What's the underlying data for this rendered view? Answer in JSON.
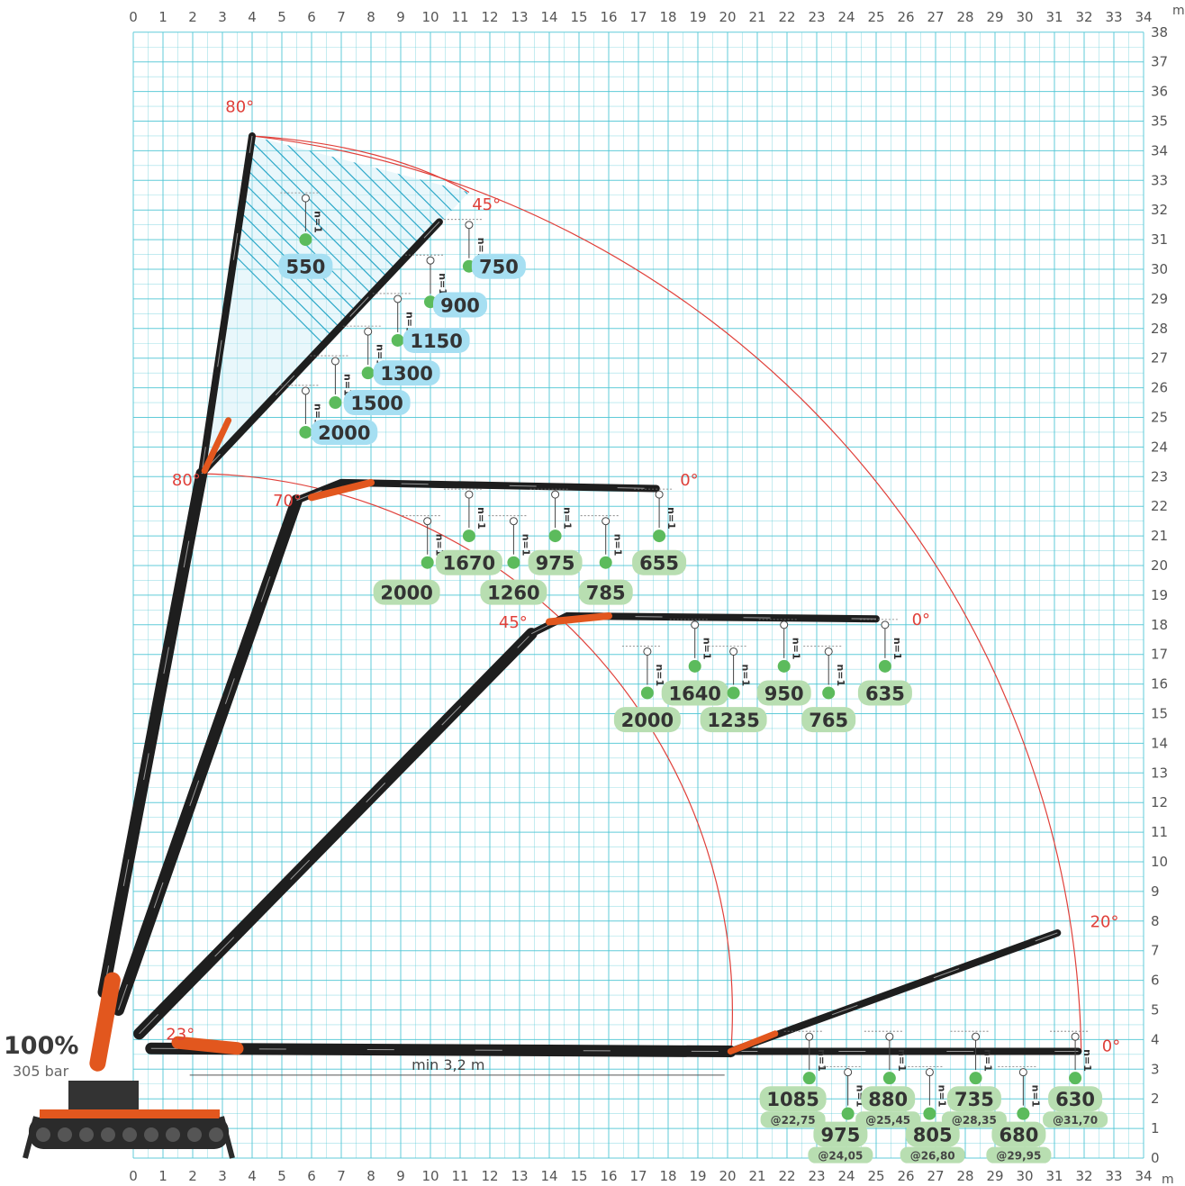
{
  "chart_data": {
    "type": "scatter",
    "title": "",
    "xlabel": "m",
    "ylabel": "m",
    "xlim": [
      0,
      34
    ],
    "ylim": [
      0,
      38
    ],
    "x_ticks": [
      "0",
      "1",
      "2",
      "3",
      "4",
      "5",
      "6",
      "7",
      "8",
      "9",
      "10",
      "11",
      "12",
      "13",
      "14",
      "15",
      "16",
      "17",
      "18",
      "19",
      "20",
      "21",
      "22",
      "23",
      "24",
      "25",
      "26",
      "27",
      "28",
      "29",
      "30",
      "31",
      "32",
      "33",
      "34"
    ],
    "y_ticks": [
      "0",
      "1",
      "2",
      "3",
      "4",
      "5",
      "6",
      "7",
      "8",
      "9",
      "10",
      "11",
      "12",
      "13",
      "14",
      "15",
      "16",
      "17",
      "18",
      "19",
      "20",
      "21",
      "22",
      "23",
      "24",
      "25",
      "26",
      "27",
      "28",
      "29",
      "30",
      "31",
      "32",
      "33",
      "34",
      "35",
      "36",
      "37",
      "38"
    ],
    "grid": true,
    "colors": {
      "grid": "#4fc6d4",
      "arc": "#e0403a",
      "load_green": "#b8deb1",
      "load_blue": "#a6dff2",
      "dot": "#5cbb5c",
      "boom": "#1e1e1e",
      "orange": "#e2571e"
    },
    "pressure_label": "100%",
    "pressure_sub": "305 bar",
    "min_reach_label": "min 3,2 m",
    "n_label": "n=1",
    "angles": [
      {
        "text": "80°",
        "x": 3.1,
        "y": 35.3
      },
      {
        "text": "45°",
        "x": 11.4,
        "y": 32.0
      },
      {
        "text": "80°",
        "x": 1.3,
        "y": 22.7
      },
      {
        "text": "70°",
        "x": 4.7,
        "y": 22.0
      },
      {
        "text": "0°",
        "x": 18.4,
        "y": 22.7
      },
      {
        "text": "45°",
        "x": 12.3,
        "y": 17.9
      },
      {
        "text": "0°",
        "x": 26.2,
        "y": 18.0
      },
      {
        "text": "23°",
        "x": 1.1,
        "y": 4.0
      },
      {
        "text": "20°",
        "x": 32.2,
        "y": 7.8
      },
      {
        "text": "0°",
        "x": 32.6,
        "y": 3.6
      }
    ],
    "series": [
      {
        "name": "",
        "style": "blue",
        "points": [
          {
            "x": 5.8,
            "y": 31.0,
            "label": "550",
            "lx": 5.8,
            "ly": 30.1
          },
          {
            "x": 11.3,
            "y": 30.1,
            "label": "750",
            "lx": 12.3,
            "ly": 30.1
          },
          {
            "x": 10.0,
            "y": 28.9,
            "label": "900",
            "lx": 11.0,
            "ly": 28.8
          },
          {
            "x": 8.9,
            "y": 27.6,
            "label": "1150",
            "lx": 10.2,
            "ly": 27.6
          },
          {
            "x": 7.9,
            "y": 26.5,
            "label": "1300",
            "lx": 9.2,
            "ly": 26.5
          },
          {
            "x": 6.8,
            "y": 25.5,
            "label": "1500",
            "lx": 8.2,
            "ly": 25.5
          },
          {
            "x": 5.8,
            "y": 24.5,
            "label": "2000",
            "lx": 7.1,
            "ly": 24.5
          }
        ]
      },
      {
        "name": "",
        "style": "green",
        "points": [
          {
            "x": 9.9,
            "y": 20.1,
            "label": "2000",
            "lx": 9.2,
            "ly": 19.1
          },
          {
            "x": 11.3,
            "y": 21.0,
            "label": "1670",
            "lx": 11.3,
            "ly": 20.1
          },
          {
            "x": 12.8,
            "y": 20.1,
            "label": "1260",
            "lx": 12.8,
            "ly": 19.1
          },
          {
            "x": 14.2,
            "y": 21.0,
            "label": "975",
            "lx": 14.2,
            "ly": 20.1
          },
          {
            "x": 15.9,
            "y": 20.1,
            "label": "785",
            "lx": 15.9,
            "ly": 19.1
          },
          {
            "x": 17.7,
            "y": 21.0,
            "label": "655",
            "lx": 17.7,
            "ly": 20.1
          }
        ]
      },
      {
        "name": "",
        "style": "green",
        "points": [
          {
            "x": 17.3,
            "y": 15.7,
            "label": "2000",
            "lx": 17.3,
            "ly": 14.8
          },
          {
            "x": 18.9,
            "y": 16.6,
            "label": "1640",
            "lx": 18.9,
            "ly": 15.7
          },
          {
            "x": 20.2,
            "y": 15.7,
            "label": "1235",
            "lx": 20.2,
            "ly": 14.8
          },
          {
            "x": 21.9,
            "y": 16.6,
            "label": "950",
            "lx": 21.9,
            "ly": 15.7
          },
          {
            "x": 23.4,
            "y": 15.7,
            "label": "765",
            "lx": 23.4,
            "ly": 14.8
          },
          {
            "x": 25.3,
            "y": 16.6,
            "label": "635",
            "lx": 25.3,
            "ly": 15.7
          }
        ]
      },
      {
        "name": "",
        "style": "green",
        "points": [
          {
            "x": 22.75,
            "y": 2.7,
            "label": "1085",
            "sub": "@22,75",
            "lx": 22.2,
            "ly": 2.0
          },
          {
            "x": 24.05,
            "y": 1.5,
            "label": "975",
            "sub": "@24,05",
            "lx": 23.8,
            "ly": 0.8
          },
          {
            "x": 25.45,
            "y": 2.7,
            "label": "880",
            "sub": "@25,45",
            "lx": 25.4,
            "ly": 2.0
          },
          {
            "x": 26.8,
            "y": 1.5,
            "label": "805",
            "sub": "@26,80",
            "lx": 26.9,
            "ly": 0.8
          },
          {
            "x": 28.35,
            "y": 2.7,
            "label": "735",
            "sub": "@28,35",
            "lx": 28.3,
            "ly": 2.0
          },
          {
            "x": 29.95,
            "y": 1.5,
            "label": "680",
            "sub": "@29,95",
            "lx": 29.8,
            "ly": 0.8
          },
          {
            "x": 31.7,
            "y": 2.7,
            "label": "630",
            "sub": "@31,70",
            "lx": 31.7,
            "ly": 2.0
          }
        ]
      }
    ]
  }
}
